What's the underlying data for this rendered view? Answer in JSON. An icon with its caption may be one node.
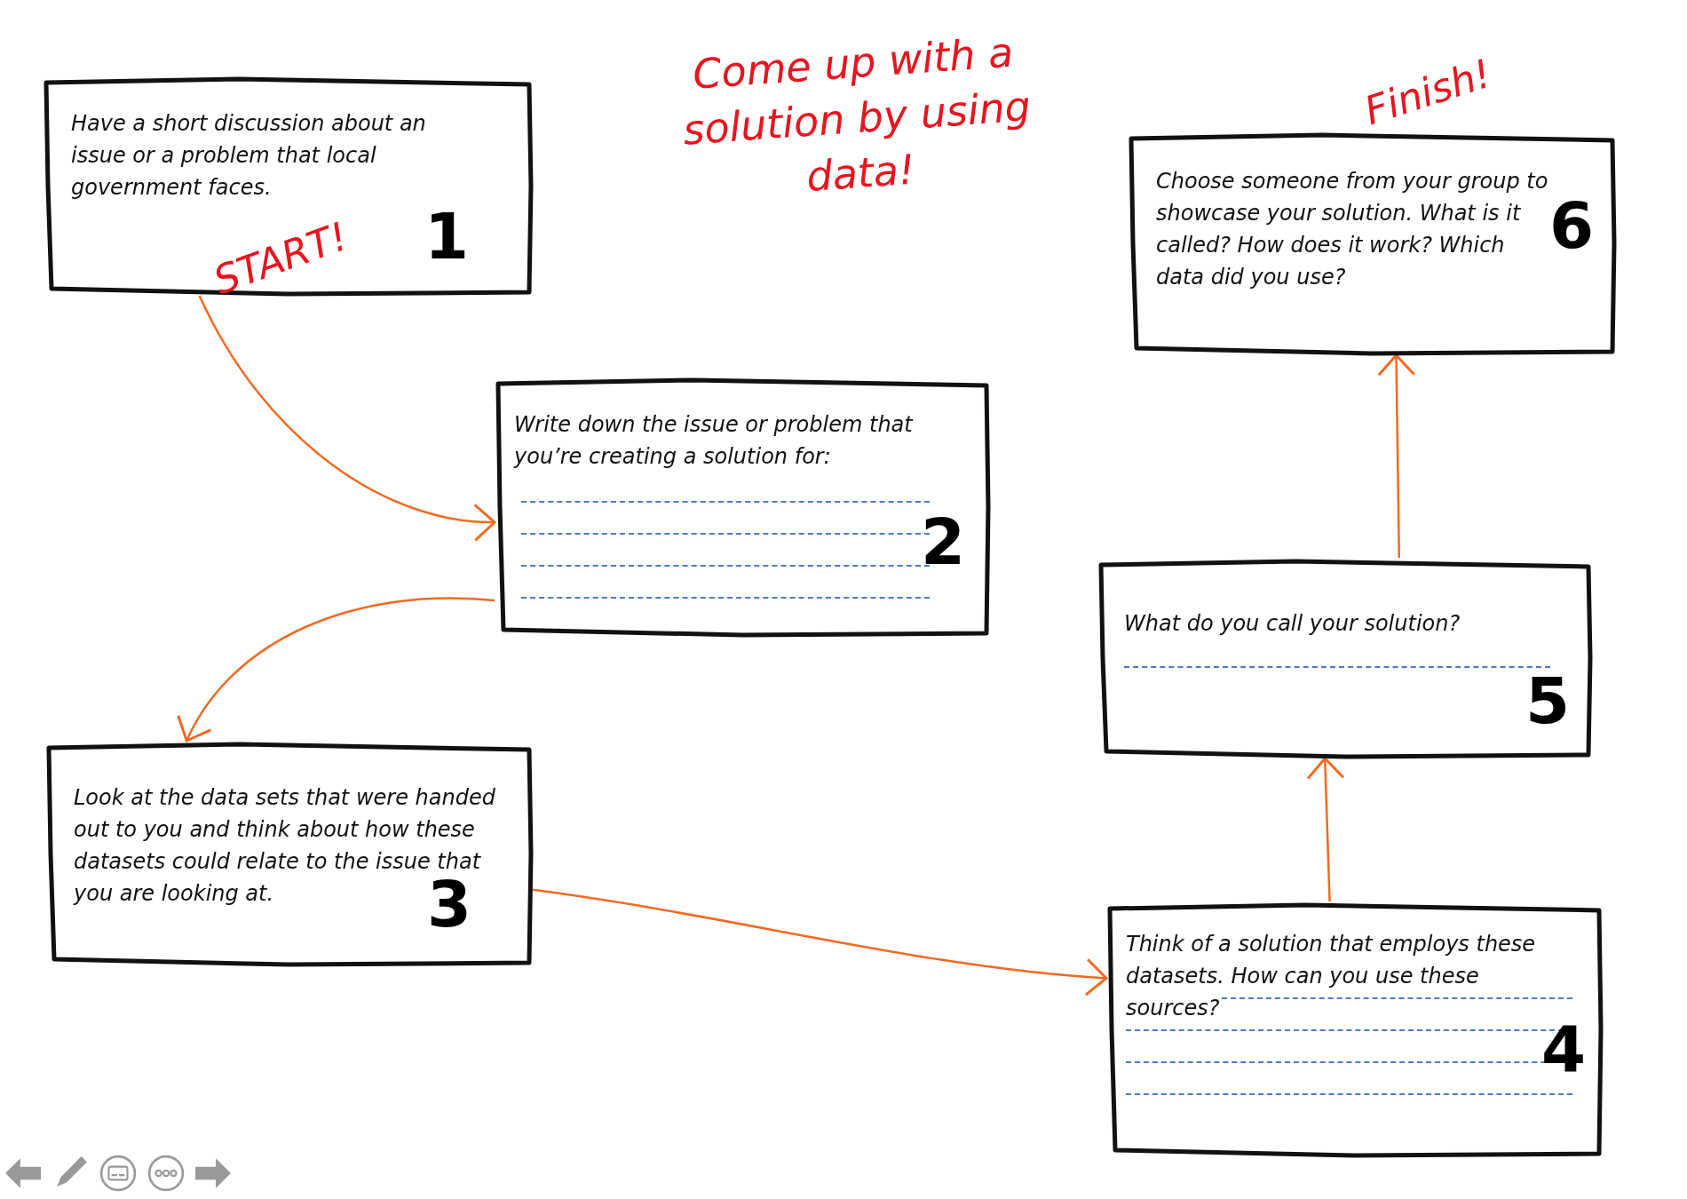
{
  "diagram": {
    "title": "Come up with a solution by using data!",
    "nodes": [
      {
        "text": [
          "Have a short discussion about an issue or a problem that local government faces.",
          "1",
          "START!"
        ]
      },
      {
        "text": [
          "Write down the issue or problem that you’re creating a solution for:",
          "2"
        ]
      },
      {
        "text": [
          "Look at the data sets that were handed out to you and think about how these datasets could relate to the issue that you are looking at.",
          "3"
        ]
      },
      {
        "text": [
          "Think of a solution that employs these datasets. How can you use these sources?",
          "4"
        ]
      },
      {
        "text": [
          "What do you call your solution?",
          "5"
        ]
      },
      {
        "text": [
          "Choose someone from your group to showcase your solution. What is it called? How does it work? Which data did you use?",
          "6"
        ],
        "beside": [
          "Finish!"
        ]
      }
    ],
    "edges": [
      {
        "from": 0,
        "to": 1,
        "arrow": "to"
      },
      {
        "from": 1,
        "to": 2,
        "arrow": "to"
      },
      {
        "from": 2,
        "to": 3,
        "arrow": "to"
      },
      {
        "from": 3,
        "to": 4,
        "arrow": "to"
      },
      {
        "from": 4,
        "to": 5,
        "arrow": "to"
      }
    ]
  }
}
